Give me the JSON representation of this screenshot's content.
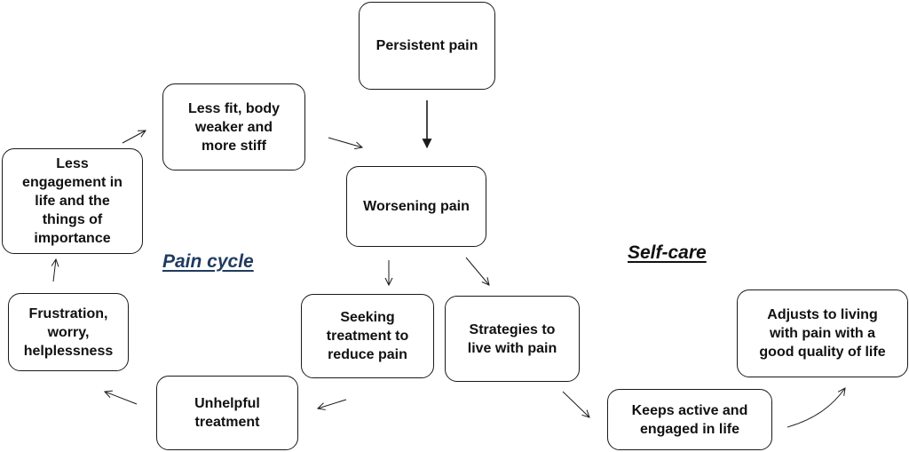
{
  "colors": {
    "stroke": "#1a1a1a",
    "text": "#111111",
    "pain_cycle_label": "#1f3b5f",
    "self_care_label": "#111111"
  },
  "labels": {
    "pain_cycle": "Pain cycle",
    "self_care": "Self-care"
  },
  "nodes": {
    "persistent_pain": "Persistent pain",
    "worsening_pain": "Worsening pain",
    "less_fit": "Less fit, body\nweaker and\nmore stiff",
    "less_engagement": "Less\nengagement in\nlife and the\nthings of\nimportance",
    "frustration": "Frustration,\nworry,\nhelplessness",
    "unhelpful_treatment": "Unhelpful\ntreatment",
    "seeking_treatment": "Seeking\ntreatment to\nreduce pain",
    "strategies": "Strategies to\nlive with pain",
    "keeps_active": "Keeps active and\nengaged in life",
    "adjusts": "Adjusts to living\nwith pain with a\ngood quality of life"
  }
}
